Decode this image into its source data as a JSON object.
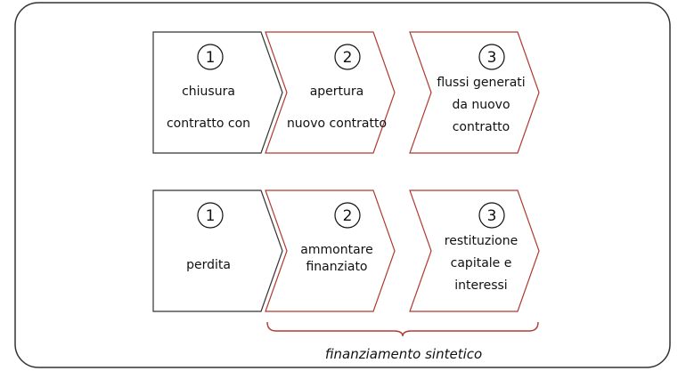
{
  "colors": {
    "frame_stroke": "#333333",
    "neutral_stroke": "#333333",
    "highlight_stroke": "#b03a32",
    "text": "#111111"
  },
  "rows": [
    {
      "steps": [
        {
          "number": "1",
          "lines": [
            "chiusura",
            "contratto con"
          ],
          "highlight": false
        },
        {
          "number": "2",
          "lines": [
            "apertura",
            "nuovo contratto"
          ],
          "highlight": true
        },
        {
          "number": "3",
          "lines": [
            "flussi generati",
            "da nuovo",
            "contratto"
          ],
          "highlight": true
        }
      ]
    },
    {
      "steps": [
        {
          "number": "1",
          "lines": [
            "perdita"
          ],
          "highlight": false
        },
        {
          "number": "2",
          "lines": [
            "ammontare",
            "finanziato"
          ],
          "highlight": true
        },
        {
          "number": "3",
          "lines": [
            "restituzione",
            "capitale e",
            "interessi"
          ],
          "highlight": true
        }
      ]
    }
  ],
  "brace_label": "finanziamento sintetico"
}
